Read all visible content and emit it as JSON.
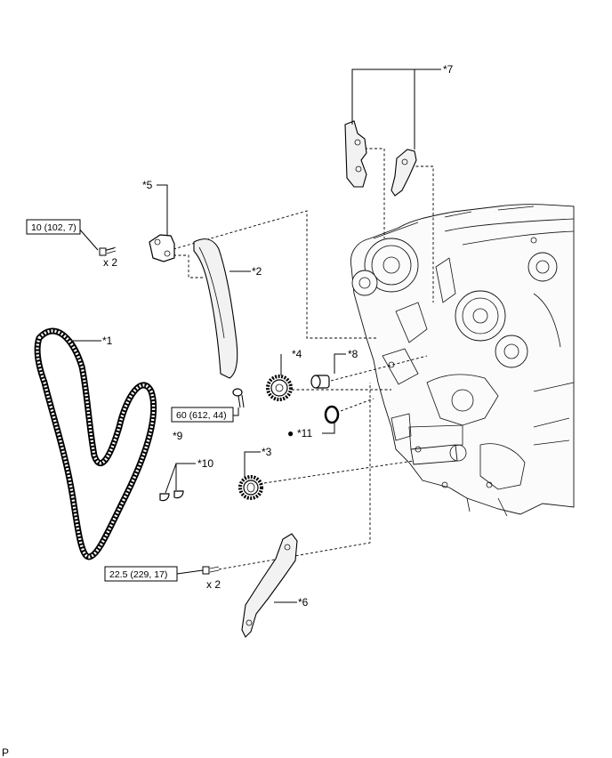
{
  "callouts": {
    "c1": "*1",
    "c2": "*2",
    "c3": "*3",
    "c4": "*4",
    "c5": "*5",
    "c6": "*6",
    "c7": "*7",
    "c8": "*8",
    "c9": "*9",
    "c10": "*10",
    "c11": "*11"
  },
  "torque": {
    "t1": "10 (102, 7)",
    "t2": "60 (612, 44)",
    "t3": "22.5 (229, 17)"
  },
  "qty": {
    "q1": "x 2",
    "q2": "x 2"
  },
  "corner_code": "P",
  "bullet_symbol": "●"
}
